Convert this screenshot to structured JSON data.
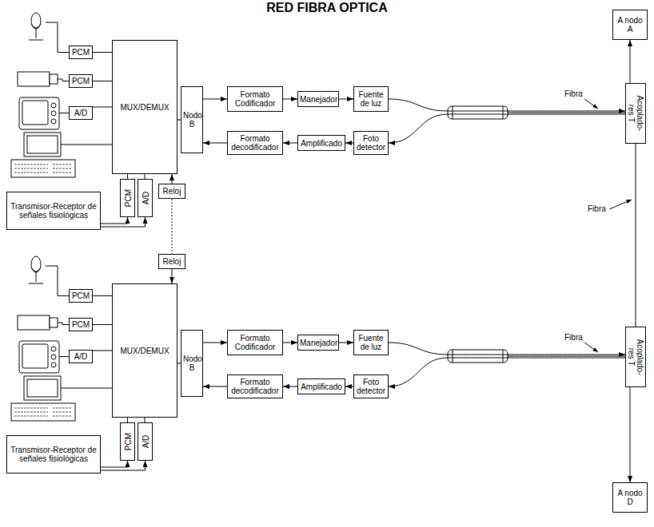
{
  "diagram": {
    "title": "RED FIBRA OPTICA",
    "nodes": [
      {
        "text": [
          "A nodo A"
        ]
      },
      {
        "text": [
          "PCM"
        ]
      },
      {
        "text": [
          "PCM"
        ]
      },
      {
        "text": [
          "A/D"
        ]
      },
      {
        "text": [
          "MUX/DEMUX"
        ]
      },
      {
        "text": [
          "Nodo B"
        ]
      },
      {
        "text": [
          "Formato Codificador"
        ]
      },
      {
        "text": [
          "Manejador"
        ]
      },
      {
        "text": [
          "Fuente de luz"
        ]
      },
      {
        "text": [
          "Formato decodificador"
        ]
      },
      {
        "text": [
          "Amplificado"
        ]
      },
      {
        "text": [
          "Foto detector"
        ]
      },
      {
        "text": [
          "Acoplado- res T"
        ]
      },
      {
        "text": [
          "PCM"
        ]
      },
      {
        "text": [
          "A/D"
        ]
      },
      {
        "text": [
          "Reloj"
        ]
      },
      {
        "text": [
          "Transmisor-Receptor de señales fisiológicas"
        ]
      },
      {
        "text": [
          "PCM"
        ]
      },
      {
        "text": [
          "PCM"
        ]
      },
      {
        "text": [
          "A/D"
        ]
      },
      {
        "text": [
          "MUX/DEMUX"
        ]
      },
      {
        "text": [
          "Nodo B"
        ]
      },
      {
        "text": [
          "Formato Codificador"
        ]
      },
      {
        "text": [
          "Manejador"
        ]
      },
      {
        "text": [
          "Fuente de luz"
        ]
      },
      {
        "text": [
          "Formato decodificador"
        ]
      },
      {
        "text": [
          "Amplificado"
        ]
      },
      {
        "text": [
          "Foto detector"
        ]
      },
      {
        "text": [
          "Acoplado- res T"
        ]
      },
      {
        "text": [
          "PCM"
        ]
      },
      {
        "text": [
          "A/D"
        ]
      },
      {
        "text": [
          "Reloj"
        ]
      },
      {
        "text": [
          "Transmisor-Receptor de señales fisiológicas"
        ]
      },
      {
        "text": [
          "A nodo D"
        ]
      }
    ],
    "edges": [
      {
        "from": 1,
        "to": 4,
        "arrow": "none"
      },
      {
        "from": 2,
        "to": 4,
        "arrow": "none"
      },
      {
        "from": 3,
        "to": 4,
        "arrow": "none"
      },
      {
        "from": 13,
        "to": 4,
        "arrow": "none"
      },
      {
        "from": 14,
        "to": 4,
        "arrow": "none"
      },
      {
        "from": 16,
        "to": 13,
        "arrow": "to"
      },
      {
        "from": 16,
        "to": 14,
        "arrow": "to"
      },
      {
        "from": 15,
        "to": 4,
        "arrow": "to"
      },
      {
        "from": 4,
        "to": 5,
        "arrow": "none"
      },
      {
        "from": 5,
        "to": 6,
        "arrow": "to"
      },
      {
        "from": 6,
        "to": 7,
        "arrow": "to"
      },
      {
        "from": 7,
        "to": 8,
        "arrow": "to"
      },
      {
        "from": 8,
        "to": 12,
        "arrow": "to"
      },
      {
        "from": 12,
        "to": 11,
        "arrow": "to"
      },
      {
        "from": 11,
        "to": 10,
        "arrow": "to"
      },
      {
        "from": 10,
        "to": 9,
        "arrow": "to"
      },
      {
        "from": 9,
        "to": 5,
        "arrow": "to"
      },
      {
        "from": 12,
        "to": 0,
        "arrow": "to"
      },
      {
        "from": 17,
        "to": 20,
        "arrow": "none"
      },
      {
        "from": 18,
        "to": 20,
        "arrow": "none"
      },
      {
        "from": 19,
        "to": 20,
        "arrow": "none"
      },
      {
        "from": 29,
        "to": 20,
        "arrow": "none"
      },
      {
        "from": 30,
        "to": 20,
        "arrow": "none"
      },
      {
        "from": 32,
        "to": 29,
        "arrow": "to"
      },
      {
        "from": 32,
        "to": 30,
        "arrow": "to"
      },
      {
        "from": 31,
        "to": 20,
        "arrow": "to"
      },
      {
        "from": 20,
        "to": 21,
        "arrow": "none"
      },
      {
        "from": 21,
        "to": 22,
        "arrow": "to"
      },
      {
        "from": 22,
        "to": 23,
        "arrow": "to"
      },
      {
        "from": 23,
        "to": 24,
        "arrow": "to"
      },
      {
        "from": 24,
        "to": 28,
        "arrow": "to"
      },
      {
        "from": 28,
        "to": 27,
        "arrow": "to"
      },
      {
        "from": 27,
        "to": 26,
        "arrow": "to"
      },
      {
        "from": 26,
        "to": 25,
        "arrow": "to"
      },
      {
        "from": 25,
        "to": 21,
        "arrow": "to"
      },
      {
        "from": 28,
        "to": 33,
        "arrow": "to"
      },
      {
        "from": 12,
        "to": 28,
        "arrow": "none"
      },
      {
        "from": 15,
        "to": 31,
        "arrow": "none"
      }
    ],
    "labels": [
      "Fibra",
      "Fibra",
      "Fibra"
    ]
  }
}
